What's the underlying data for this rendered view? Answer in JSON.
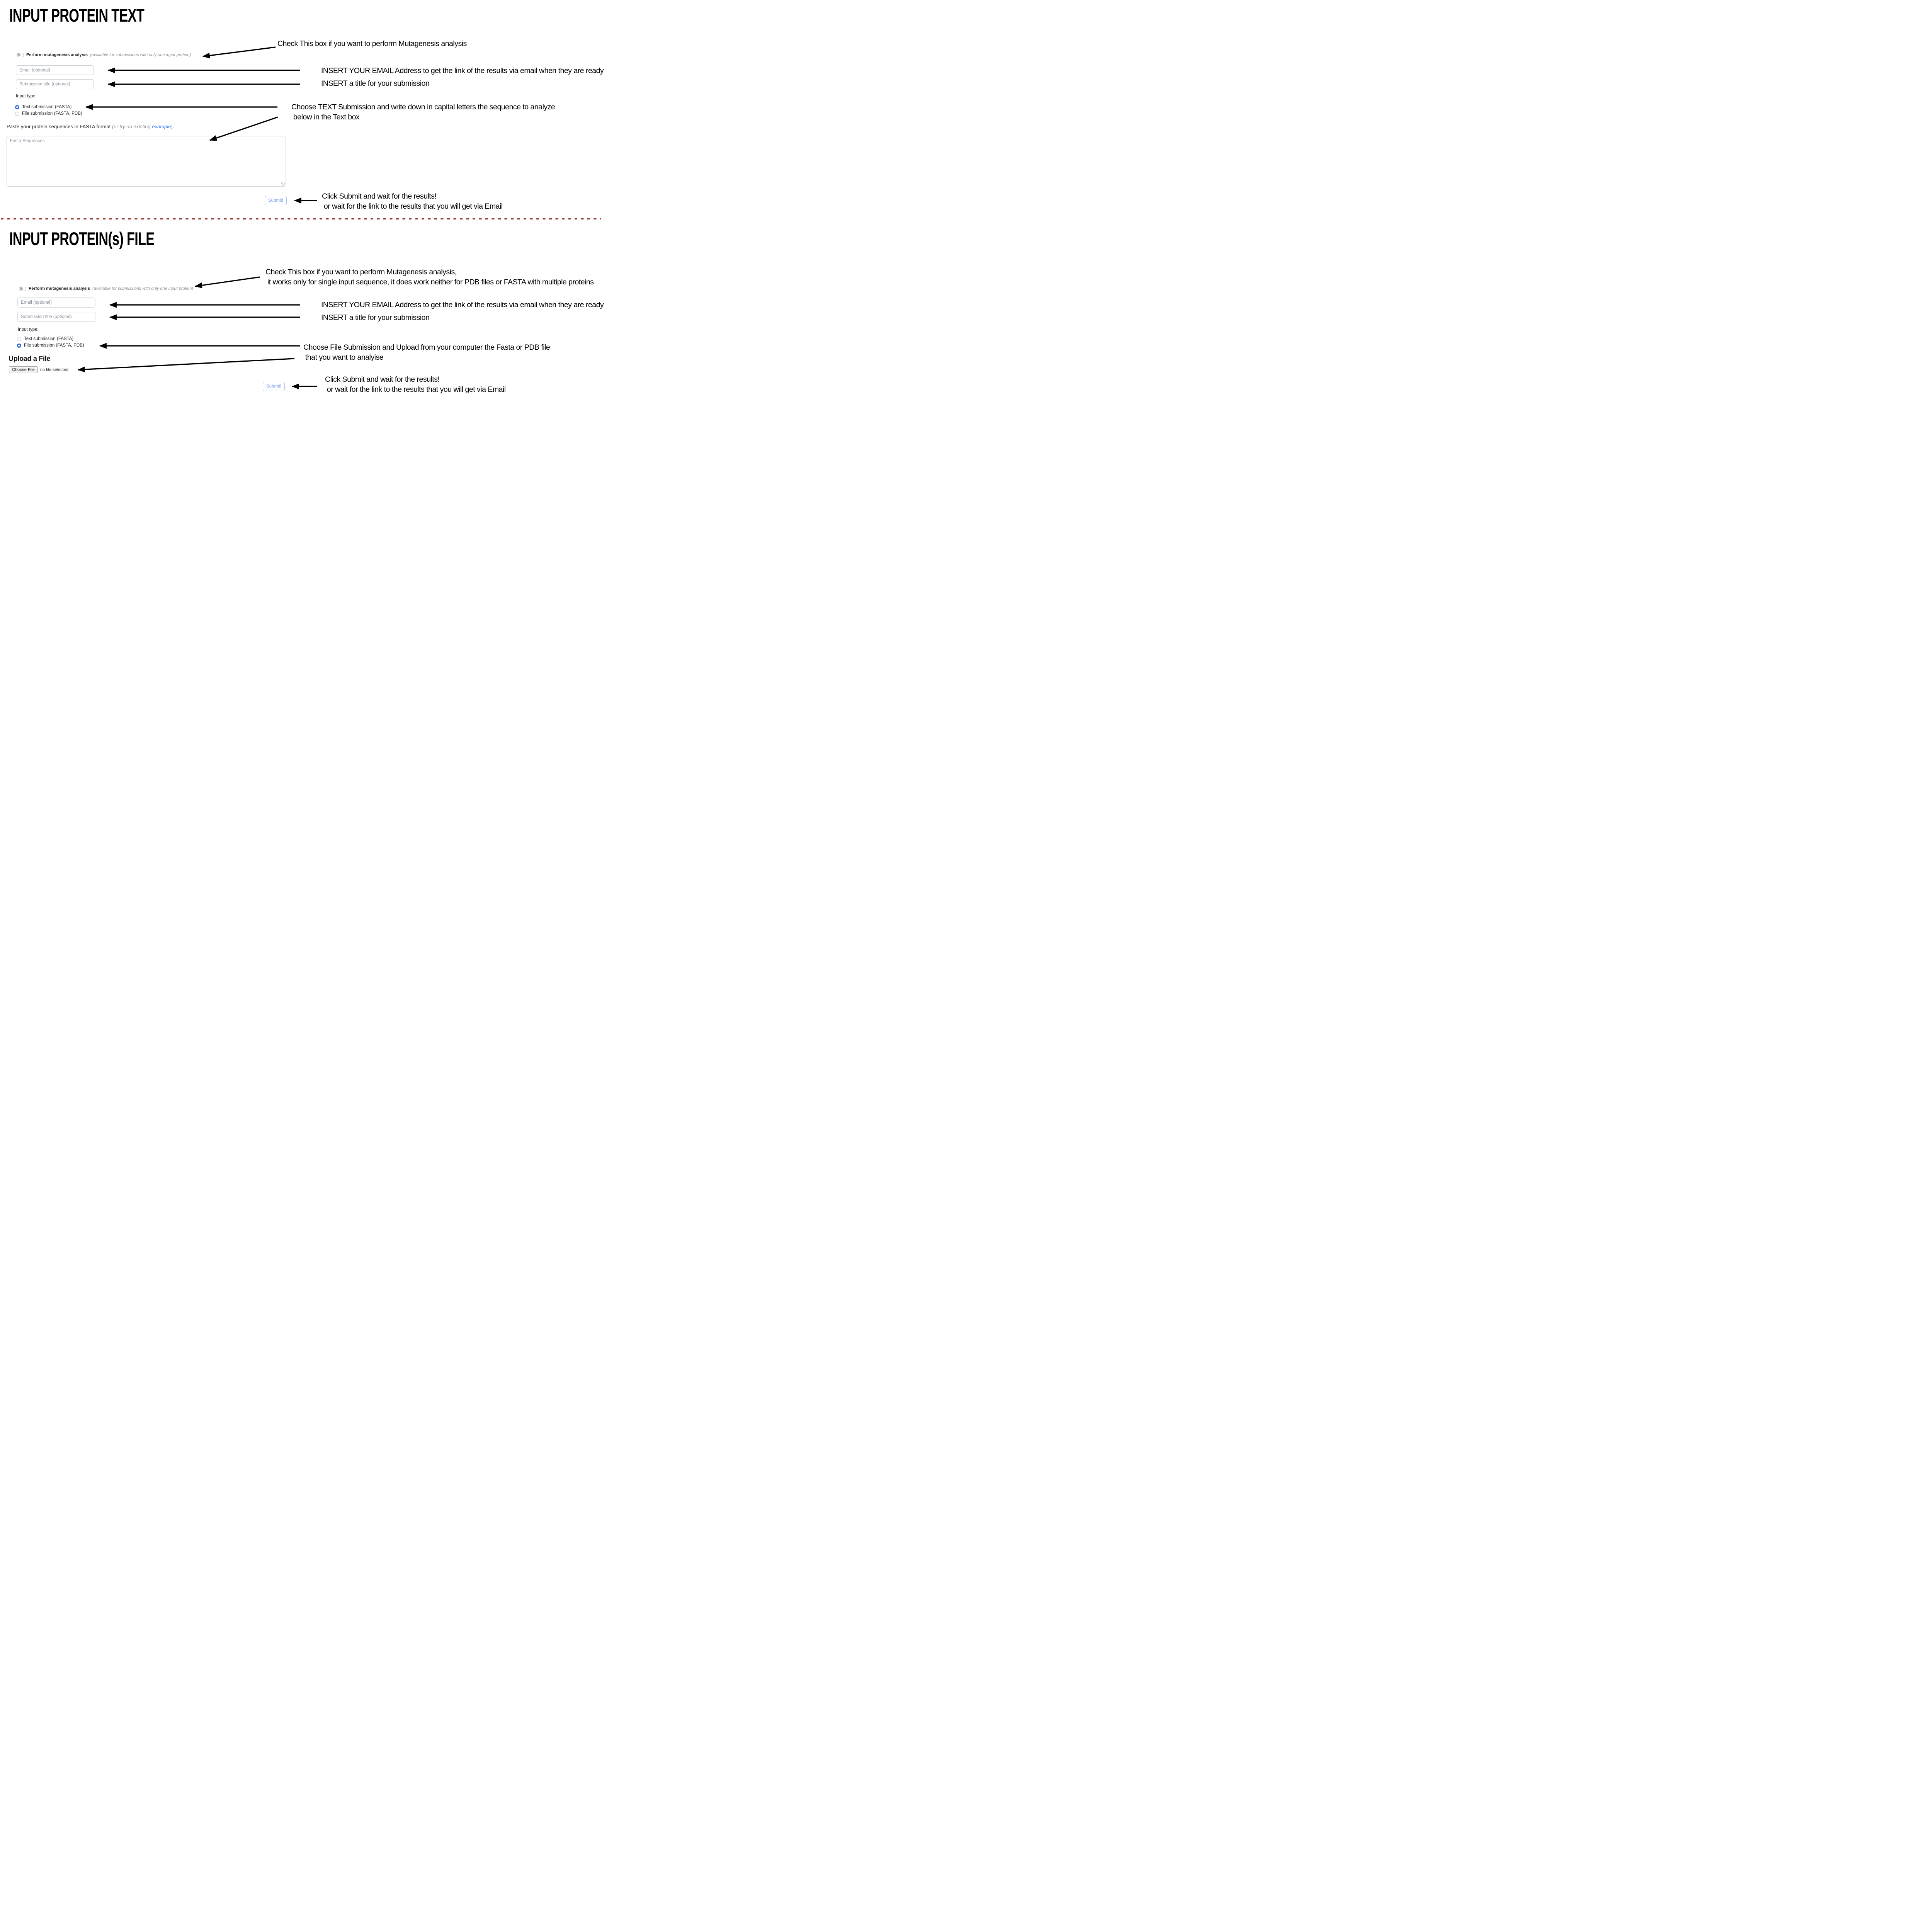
{
  "colors": {
    "radio_selected_blue": "#2c6ae4",
    "link_blue": "#4285f4",
    "submit_text_blue": "#7b9ff2",
    "submit_border_blue": "#a5bef7",
    "separator_red": "#943a35",
    "placeholder_gray": "#8d949f"
  },
  "section_text": {
    "title": "INPUT PROTEIN TEXT",
    "form": {
      "mutagenesis_label": "Perform mutagenesis analysis",
      "mutagenesis_note": "(available for submissions with only one input protein)",
      "email_placeholder": "Email (optional)",
      "submission_title_placeholder": "Submission title (optional)",
      "input_type_label": "Input type:",
      "text_radio_label": "Text submission (FASTA)",
      "file_radio_label": "File submission (FASTA, PDB)",
      "paste_parts": [
        {
          "t": "Paste your protein sequences in FASTA format ",
          "s": "n"
        },
        {
          "t": "(or try an existing ",
          "s": "i"
        },
        {
          "t": "example",
          "s": "link"
        },
        {
          "t": ")",
          "s": "i"
        },
        {
          "t": ".",
          "s": "n"
        }
      ],
      "fasta_placeholder": "Fasta Sequences",
      "submit_label": "Submit!"
    },
    "annotations": {
      "toggle": [
        "Check This box if you want to perform Mutagenesis analysis"
      ],
      "email": [
        "INSERT YOUR EMAIL Address to get the link of the results via email when they are ready"
      ],
      "title": [
        "INSERT a title for your submission"
      ],
      "radio": [
        "Choose TEXT Submission and write down in capital letters the sequence to analyze",
        " below in the Text box"
      ],
      "submit": [
        "Click Submit and wait for the results!",
        " or wait for the link to the results that you will get via Email"
      ]
    }
  },
  "section_file": {
    "title": "INPUT PROTEIN(s) FILE",
    "form": {
      "mutagenesis_label": "Perform mutagenesis analysis",
      "mutagenesis_note": "(available for submissions with only one input protein)",
      "email_placeholder": "Email (optional)",
      "submission_title_placeholder": "Submission title (optional)",
      "input_type_label": "Input type:",
      "text_radio_label": "Text submission (FASTA)",
      "file_radio_label": "File submission (FASTA, PDB)",
      "upload_heading": "Upload a File",
      "choose_file_label": "Choose File",
      "no_file_text": "no file selected",
      "submit_label": "Submit!"
    },
    "annotations": {
      "toggle": [
        "Check This box if you want to perform Mutagenesis analysis,",
        " it works only for single input sequence, it does work neither for PDB files or FASTA with multiple proteins"
      ],
      "email": [
        "INSERT YOUR EMAIL Address to get the link of the results via email when they are ready"
      ],
      "title": [
        "INSERT a title for your submission"
      ],
      "radio": [
        "Choose File Submission and Upload from your computer the Fasta or PDB file",
        " that you want to analyise"
      ],
      "submit": [
        "Click Submit and wait for the results!",
        " or wait for the link to the results that you will get via Email"
      ]
    }
  }
}
